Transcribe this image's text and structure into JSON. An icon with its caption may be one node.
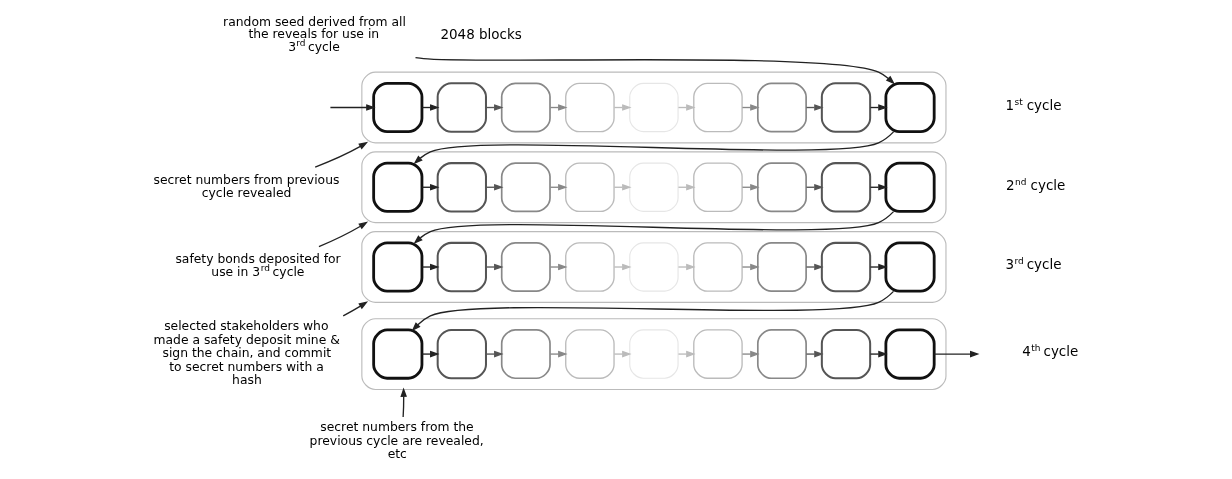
{
  "diagram": {
    "nodes": [
      {
        "text": [],
        "shape": "box"
      },
      {
        "text": [],
        "shape": "box",
        "in": 0
      },
      {
        "text": [],
        "shape": "box",
        "in": 0
      },
      {
        "text": [],
        "shape": "box",
        "in": 0
      },
      {
        "text": [],
        "shape": "box",
        "in": 0
      },
      {
        "text": [],
        "shape": "box",
        "in": 0
      },
      {
        "text": [],
        "shape": "box",
        "in": 0
      },
      {
        "text": [],
        "shape": "box",
        "in": 0
      },
      {
        "text": [],
        "shape": "box",
        "in": 0
      },
      {
        "text": [],
        "shape": "box",
        "in": 0
      },
      {
        "text": [
          "random seed derived from all the reveals for use in 3$^{rd}$ cycle"
        ]
      },
      {
        "text": [
          "secret numbers from previous cycle revealed"
        ]
      },
      {
        "text": [],
        "shape": "box"
      },
      {
        "text": [],
        "shape": "box",
        "in": 12
      },
      {
        "text": [],
        "shape": "box",
        "in": 12
      },
      {
        "text": [],
        "shape": "box",
        "in": 12
      },
      {
        "text": [],
        "shape": "box",
        "in": 12
      },
      {
        "text": [],
        "shape": "box",
        "in": 12
      },
      {
        "text": [],
        "shape": "box",
        "in": 12
      },
      {
        "text": [],
        "shape": "box",
        "in": 12
      },
      {
        "text": [],
        "shape": "box",
        "in": 12
      },
      {
        "text": [],
        "shape": "box",
        "in": 12
      },
      {
        "text": [
          "safety bonds deposited for use in 3$^{rd}$ cycle"
        ]
      },
      {
        "text": [],
        "shape": "box"
      },
      {
        "text": [],
        "shape": "box",
        "in": 23
      },
      {
        "text": [],
        "shape": "box",
        "in": 23
      },
      {
        "text": [],
        "shape": "box",
        "in": 23
      },
      {
        "text": [],
        "shape": "box",
        "in": 23
      },
      {
        "text": [],
        "shape": "box",
        "in": 23
      },
      {
        "text": [],
        "shape": "box",
        "in": 23
      },
      {
        "text": [],
        "shape": "box",
        "in": 23
      },
      {
        "text": [],
        "shape": "box",
        "in": 23
      },
      {
        "text": [],
        "shape": "box",
        "in": 23
      },
      {
        "text": [
          "selected stakeholders who made a safety deposit mine & sign the chain, and commit to secret numbers with a hash"
        ]
      },
      {
        "text": [],
        "shape": "box"
      },
      {
        "text": [],
        "shape": "box",
        "in": 34
      },
      {
        "text": [],
        "shape": "box",
        "in": 34
      },
      {
        "text": [],
        "shape": "box",
        "in": 34
      },
      {
        "text": [],
        "shape": "box",
        "in": 34
      },
      {
        "text": [],
        "shape": "box",
        "in": 34
      },
      {
        "text": [],
        "shape": "box",
        "in": 34
      },
      {
        "text": [],
        "shape": "box",
        "in": 34
      },
      {
        "text": [],
        "shape": "box",
        "in": 34
      },
      {
        "text": [],
        "shape": "box",
        "in": 34
      },
      {
        "text": [
          "secret numbers from the previous cycle are revealed, etc"
        ]
      }
    ],
    "edges": [
      {
        "from": null,
        "to": 1,
        "arrow": "to"
      },
      {
        "from": 1,
        "to": 2,
        "arrow": "to"
      },
      {
        "from": 2,
        "to": 3,
        "arrow": "to",
        "color": "#555555"
      },
      {
        "from": 3,
        "to": 4,
        "arrow": "to",
        "color": "#888888"
      },
      {
        "from": 4,
        "to": 5,
        "arrow": "to",
        "color": "#bbbbbb"
      },
      {
        "from": 5,
        "to": 6,
        "arrow": "to",
        "color": "#bbbbbb"
      },
      {
        "from": 6,
        "to": 7,
        "arrow": "to",
        "color": "#888888"
      },
      {
        "from": 7,
        "to": 8,
        "arrow": "to",
        "color": "#555555"
      },
      {
        "from": 8,
        "to": 9,
        "arrow": "to"
      },
      {
        "from": 10,
        "to": 9,
        "arrow": "to"
      },
      {
        "from": 11,
        "to": 0,
        "arrow": "to"
      },
      {
        "from": 9,
        "to": 13,
        "arrow": "to"
      },
      {
        "from": 13,
        "to": 14,
        "arrow": "to"
      },
      {
        "from": 14,
        "to": 15,
        "arrow": "to",
        "color": "#555555"
      },
      {
        "from": 15,
        "to": 16,
        "arrow": "to",
        "color": "#888888"
      },
      {
        "from": 16,
        "to": 17,
        "arrow": "to",
        "color": "#bbbbbb"
      },
      {
        "from": 17,
        "to": 18,
        "arrow": "to",
        "color": "#bbbbbb"
      },
      {
        "from": 18,
        "to": 19,
        "arrow": "to",
        "color": "#888888"
      },
      {
        "from": 19,
        "to": 20,
        "arrow": "to",
        "color": "#555555"
      },
      {
        "from": 20,
        "to": 21,
        "arrow": "to"
      },
      {
        "from": 22,
        "to": 12,
        "arrow": "to"
      },
      {
        "from": 21,
        "to": 24,
        "arrow": "to"
      },
      {
        "from": 24,
        "to": 25,
        "arrow": "to"
      },
      {
        "from": 25,
        "to": 26,
        "arrow": "to",
        "color": "#555555"
      },
      {
        "from": 26,
        "to": 27,
        "arrow": "to",
        "color": "#888888"
      },
      {
        "from": 27,
        "to": 28,
        "arrow": "to",
        "color": "#bbbbbb"
      },
      {
        "from": 28,
        "to": 29,
        "arrow": "to",
        "color": "#bbbbbb"
      },
      {
        "from": 29,
        "to": 30,
        "arrow": "to",
        "color": "#888888"
      },
      {
        "from": 30,
        "to": 31,
        "arrow": "to",
        "color": "#555555"
      },
      {
        "from": 31,
        "to": 32,
        "arrow": "to"
      },
      {
        "from": 33,
        "to": 23,
        "arrow": "to"
      },
      {
        "from": 32,
        "to": 35,
        "arrow": "to"
      },
      {
        "from": 35,
        "to": 36,
        "arrow": "to"
      },
      {
        "from": 36,
        "to": 37,
        "arrow": "to",
        "color": "#555555"
      },
      {
        "from": 37,
        "to": 38,
        "arrow": "to",
        "color": "#888888"
      },
      {
        "from": 38,
        "to": 39,
        "arrow": "to",
        "color": "#bbbbbb"
      },
      {
        "from": 39,
        "to": 40,
        "arrow": "to",
        "color": "#bbbbbb"
      },
      {
        "from": 40,
        "to": 41,
        "arrow": "to",
        "color": "#888888"
      },
      {
        "from": 41,
        "to": 42,
        "arrow": "to",
        "color": "#555555"
      },
      {
        "from": 42,
        "to": 43,
        "arrow": "to"
      },
      {
        "from": 43,
        "to": null,
        "arrow": "to"
      },
      {
        "from": 44,
        "to": 34,
        "arrow": "to"
      }
    ],
    "labels": [
      "2048 blocks",
      "1$^{st}$ cycle",
      "2$^{nd}$ cycle",
      "3$^{rd}$ cycle",
      "4$^{th}$ cycle"
    ]
  }
}
